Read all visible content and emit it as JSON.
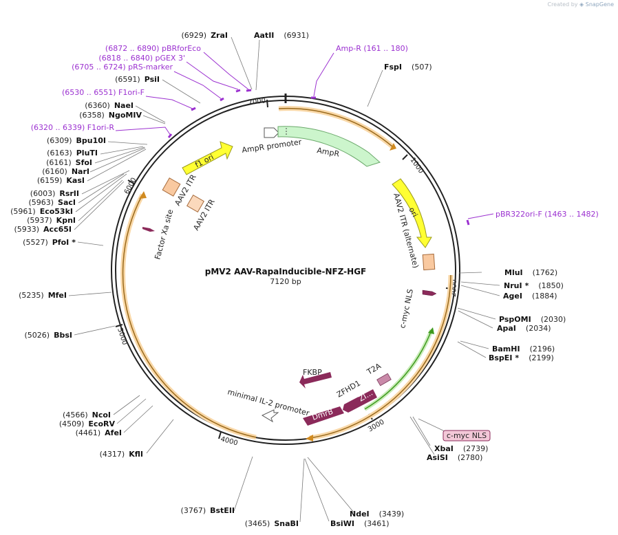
{
  "credit": {
    "prefix": "Created by",
    "brand": "SnapGene"
  },
  "plasmid": {
    "name": "pMV2 AAV-RapaInducible-NFZ-HGF",
    "length_label": "7120 bp",
    "length": 7120
  },
  "ticks": [
    "1000",
    "2000",
    "3000",
    "4000",
    "5000",
    "6000",
    "7000"
  ],
  "enzymes": [
    {
      "pos": "(6929)",
      "name": "ZraI",
      "star": ""
    },
    {
      "pos": "(6931)",
      "name": "AatII",
      "star": ""
    },
    {
      "pos": "(507)",
      "name": "FspI",
      "star": ""
    },
    {
      "pos": "(6591)",
      "name": "PsiI",
      "star": ""
    },
    {
      "pos": "(6360)",
      "name": "NaeI",
      "star": ""
    },
    {
      "pos": "(6358)",
      "name": "NgoMIV",
      "star": ""
    },
    {
      "pos": "(6309)",
      "name": "Bpu10I",
      "star": ""
    },
    {
      "pos": "(6163)",
      "name": "PluTI",
      "star": ""
    },
    {
      "pos": "(6161)",
      "name": "SfoI",
      "star": ""
    },
    {
      "pos": "(6160)",
      "name": "NarI",
      "star": ""
    },
    {
      "pos": "(6159)",
      "name": "KasI",
      "star": ""
    },
    {
      "pos": "(6003)",
      "name": "RsrII",
      "star": ""
    },
    {
      "pos": "(5963)",
      "name": "SacI",
      "star": ""
    },
    {
      "pos": "(5961)",
      "name": "Eco53kI",
      "star": ""
    },
    {
      "pos": "(5937)",
      "name": "KpnI",
      "star": ""
    },
    {
      "pos": "(5933)",
      "name": "Acc65I",
      "star": ""
    },
    {
      "pos": "(5527)",
      "name": "PfoI",
      "star": "*"
    },
    {
      "pos": "(5235)",
      "name": "MfeI",
      "star": ""
    },
    {
      "pos": "(5026)",
      "name": "BbsI",
      "star": ""
    },
    {
      "pos": "(4566)",
      "name": "NcoI",
      "star": ""
    },
    {
      "pos": "(4509)",
      "name": "EcoRV",
      "star": ""
    },
    {
      "pos": "(4461)",
      "name": "AfeI",
      "star": ""
    },
    {
      "pos": "(4317)",
      "name": "KflI",
      "star": ""
    },
    {
      "pos": "(3767)",
      "name": "BstEII",
      "star": ""
    },
    {
      "pos": "(3465)",
      "name": "SnaBI",
      "star": ""
    },
    {
      "pos": "(3461)",
      "name": "BsiWI",
      "star": ""
    },
    {
      "pos": "(3439)",
      "name": "NdeI",
      "star": ""
    },
    {
      "pos": "(1762)",
      "name": "MluI",
      "star": ""
    },
    {
      "pos": "(1850)",
      "name": "NruI",
      "star": "*"
    },
    {
      "pos": "(1884)",
      "name": "AgeI",
      "star": ""
    },
    {
      "pos": "(2030)",
      "name": "PspOMI",
      "star": ""
    },
    {
      "pos": "(2034)",
      "name": "ApaI",
      "star": ""
    },
    {
      "pos": "(2196)",
      "name": "BamHI",
      "star": ""
    },
    {
      "pos": "(2199)",
      "name": "BspEI",
      "star": "*"
    },
    {
      "pos": "(2739)",
      "name": "XbaI",
      "star": ""
    },
    {
      "pos": "(2780)",
      "name": "AsiSI",
      "star": ""
    }
  ],
  "primers": [
    {
      "text": "(6872 .. 6890)  pBRforEco"
    },
    {
      "text": "(6818 .. 6840)  pGEX 3'"
    },
    {
      "text": "(6705 .. 6724)  pRS-marker"
    },
    {
      "text": "(6530 .. 6551)  F1ori-F"
    },
    {
      "text": "(6320 .. 6339)  F1ori-R"
    },
    {
      "text": "Amp-R     (161 .. 180)"
    },
    {
      "text": "pBR322ori-F     (1463 .. 1482)"
    }
  ],
  "features": {
    "ampr_promoter": "AmpR promoter",
    "ampr": "AmpR",
    "f1ori": "f1 ori",
    "aav2_itr_1": "AAV2 ITR",
    "aav2_itr_2": "AAV2 ITR",
    "factor_xa": "Factor Xa site",
    "ori": "ori",
    "aav2_itr_alt": "AAV2 ITR (alternate)",
    "cmyc_nls_inner": "c-myc NLS",
    "cmyc_nls_box": "c-myc NLS",
    "fkbp": "FKBP",
    "zfhd1": "ZFHD1",
    "zi": "ZI...",
    "t2a": "T2A",
    "dmrb": "DmrB",
    "minimal_il2": "minimal IL-2 promoter"
  },
  "colors": {
    "backbone": "#222222",
    "orf": "#f0a020",
    "orf_light": "#ffe9c2",
    "ampr": "#ccf5cc",
    "ori": "#ffff33",
    "itr": "#f9c9a0",
    "feature_purple": "#8b2a5a",
    "primer": "#9b30d0",
    "green_orf": "#3e9a1e"
  }
}
